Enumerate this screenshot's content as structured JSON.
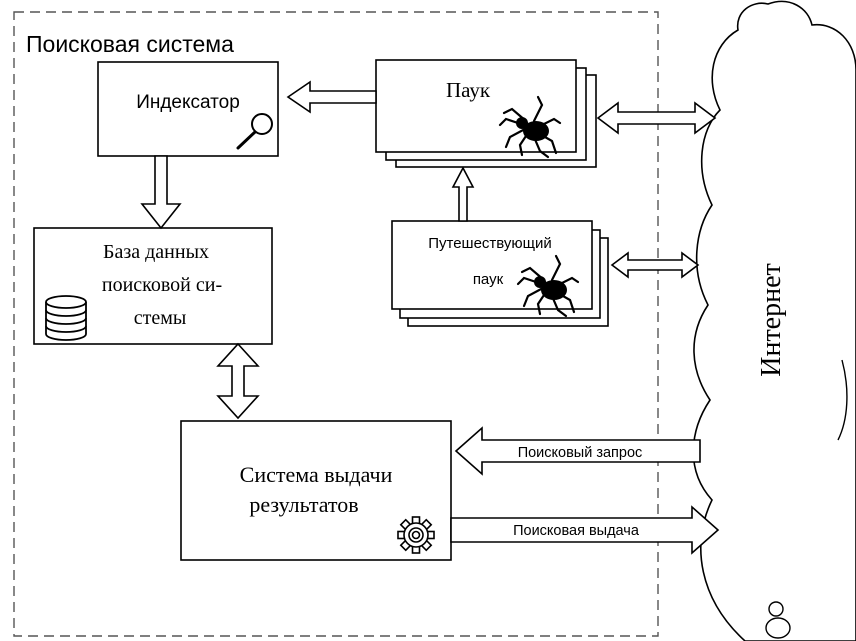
{
  "system": {
    "title": "Поисковая система"
  },
  "nodes": {
    "indexer": {
      "label": "Индексатор",
      "icon": "magnifier-icon"
    },
    "spider": {
      "label": "Паук",
      "icon": "spider-icon"
    },
    "traveling_spider": {
      "label_line1": "Путешествующий",
      "label_line2": "паук",
      "icon": "spider-icon"
    },
    "database": {
      "label_line1": "База данных",
      "label_line2": "поисковой си-",
      "label_line3": "стемы",
      "icon": "database-icon"
    },
    "results": {
      "label_line1": "Система выдачи",
      "label_line2": "результатов",
      "icon": "gear-icon"
    },
    "internet": {
      "label": "Интернет",
      "icon": "cloud-icon"
    }
  },
  "edges": {
    "search_query": {
      "label": "Поисковый запрос"
    },
    "search_results": {
      "label": "Поисковая выдача"
    }
  },
  "colors": {
    "line": "#000000",
    "background": "#ffffff"
  }
}
